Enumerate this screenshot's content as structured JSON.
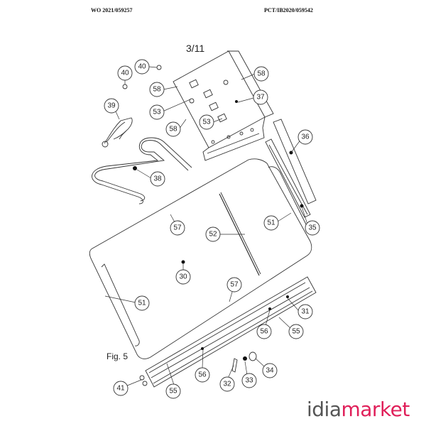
{
  "header": {
    "left": "WO 2021/059257",
    "right": "PCT/IB2020/059542"
  },
  "sheet_number": "3/11",
  "figure_label": "Fig. 5",
  "brand": {
    "part1": "idia",
    "part2": "market",
    "color1": "#555555",
    "color2": "#e0205a"
  },
  "callouts": [
    {
      "id": "c40a",
      "label": "40"
    },
    {
      "id": "c40b",
      "label": "40"
    },
    {
      "id": "c39",
      "label": "39"
    },
    {
      "id": "c38",
      "label": "38"
    },
    {
      "id": "c58a",
      "label": "58"
    },
    {
      "id": "c58b",
      "label": "58"
    },
    {
      "id": "c58c",
      "label": "58"
    },
    {
      "id": "c53a",
      "label": "53"
    },
    {
      "id": "c53b",
      "label": "53"
    },
    {
      "id": "c37",
      "label": "37"
    },
    {
      "id": "c36",
      "label": "36"
    },
    {
      "id": "c35",
      "label": "35"
    },
    {
      "id": "c51a",
      "label": "51"
    },
    {
      "id": "c51b",
      "label": "51"
    },
    {
      "id": "c57a",
      "label": "57"
    },
    {
      "id": "c57b",
      "label": "57"
    },
    {
      "id": "c52",
      "label": "52"
    },
    {
      "id": "c30",
      "label": "30"
    },
    {
      "id": "c31",
      "label": "31"
    },
    {
      "id": "c56a",
      "label": "56"
    },
    {
      "id": "c56b",
      "label": "56"
    },
    {
      "id": "c55a",
      "label": "55"
    },
    {
      "id": "c55b",
      "label": "55"
    },
    {
      "id": "c34",
      "label": "34"
    },
    {
      "id": "c33",
      "label": "33"
    },
    {
      "id": "c32",
      "label": "32"
    },
    {
      "id": "c41",
      "label": "41"
    }
  ]
}
